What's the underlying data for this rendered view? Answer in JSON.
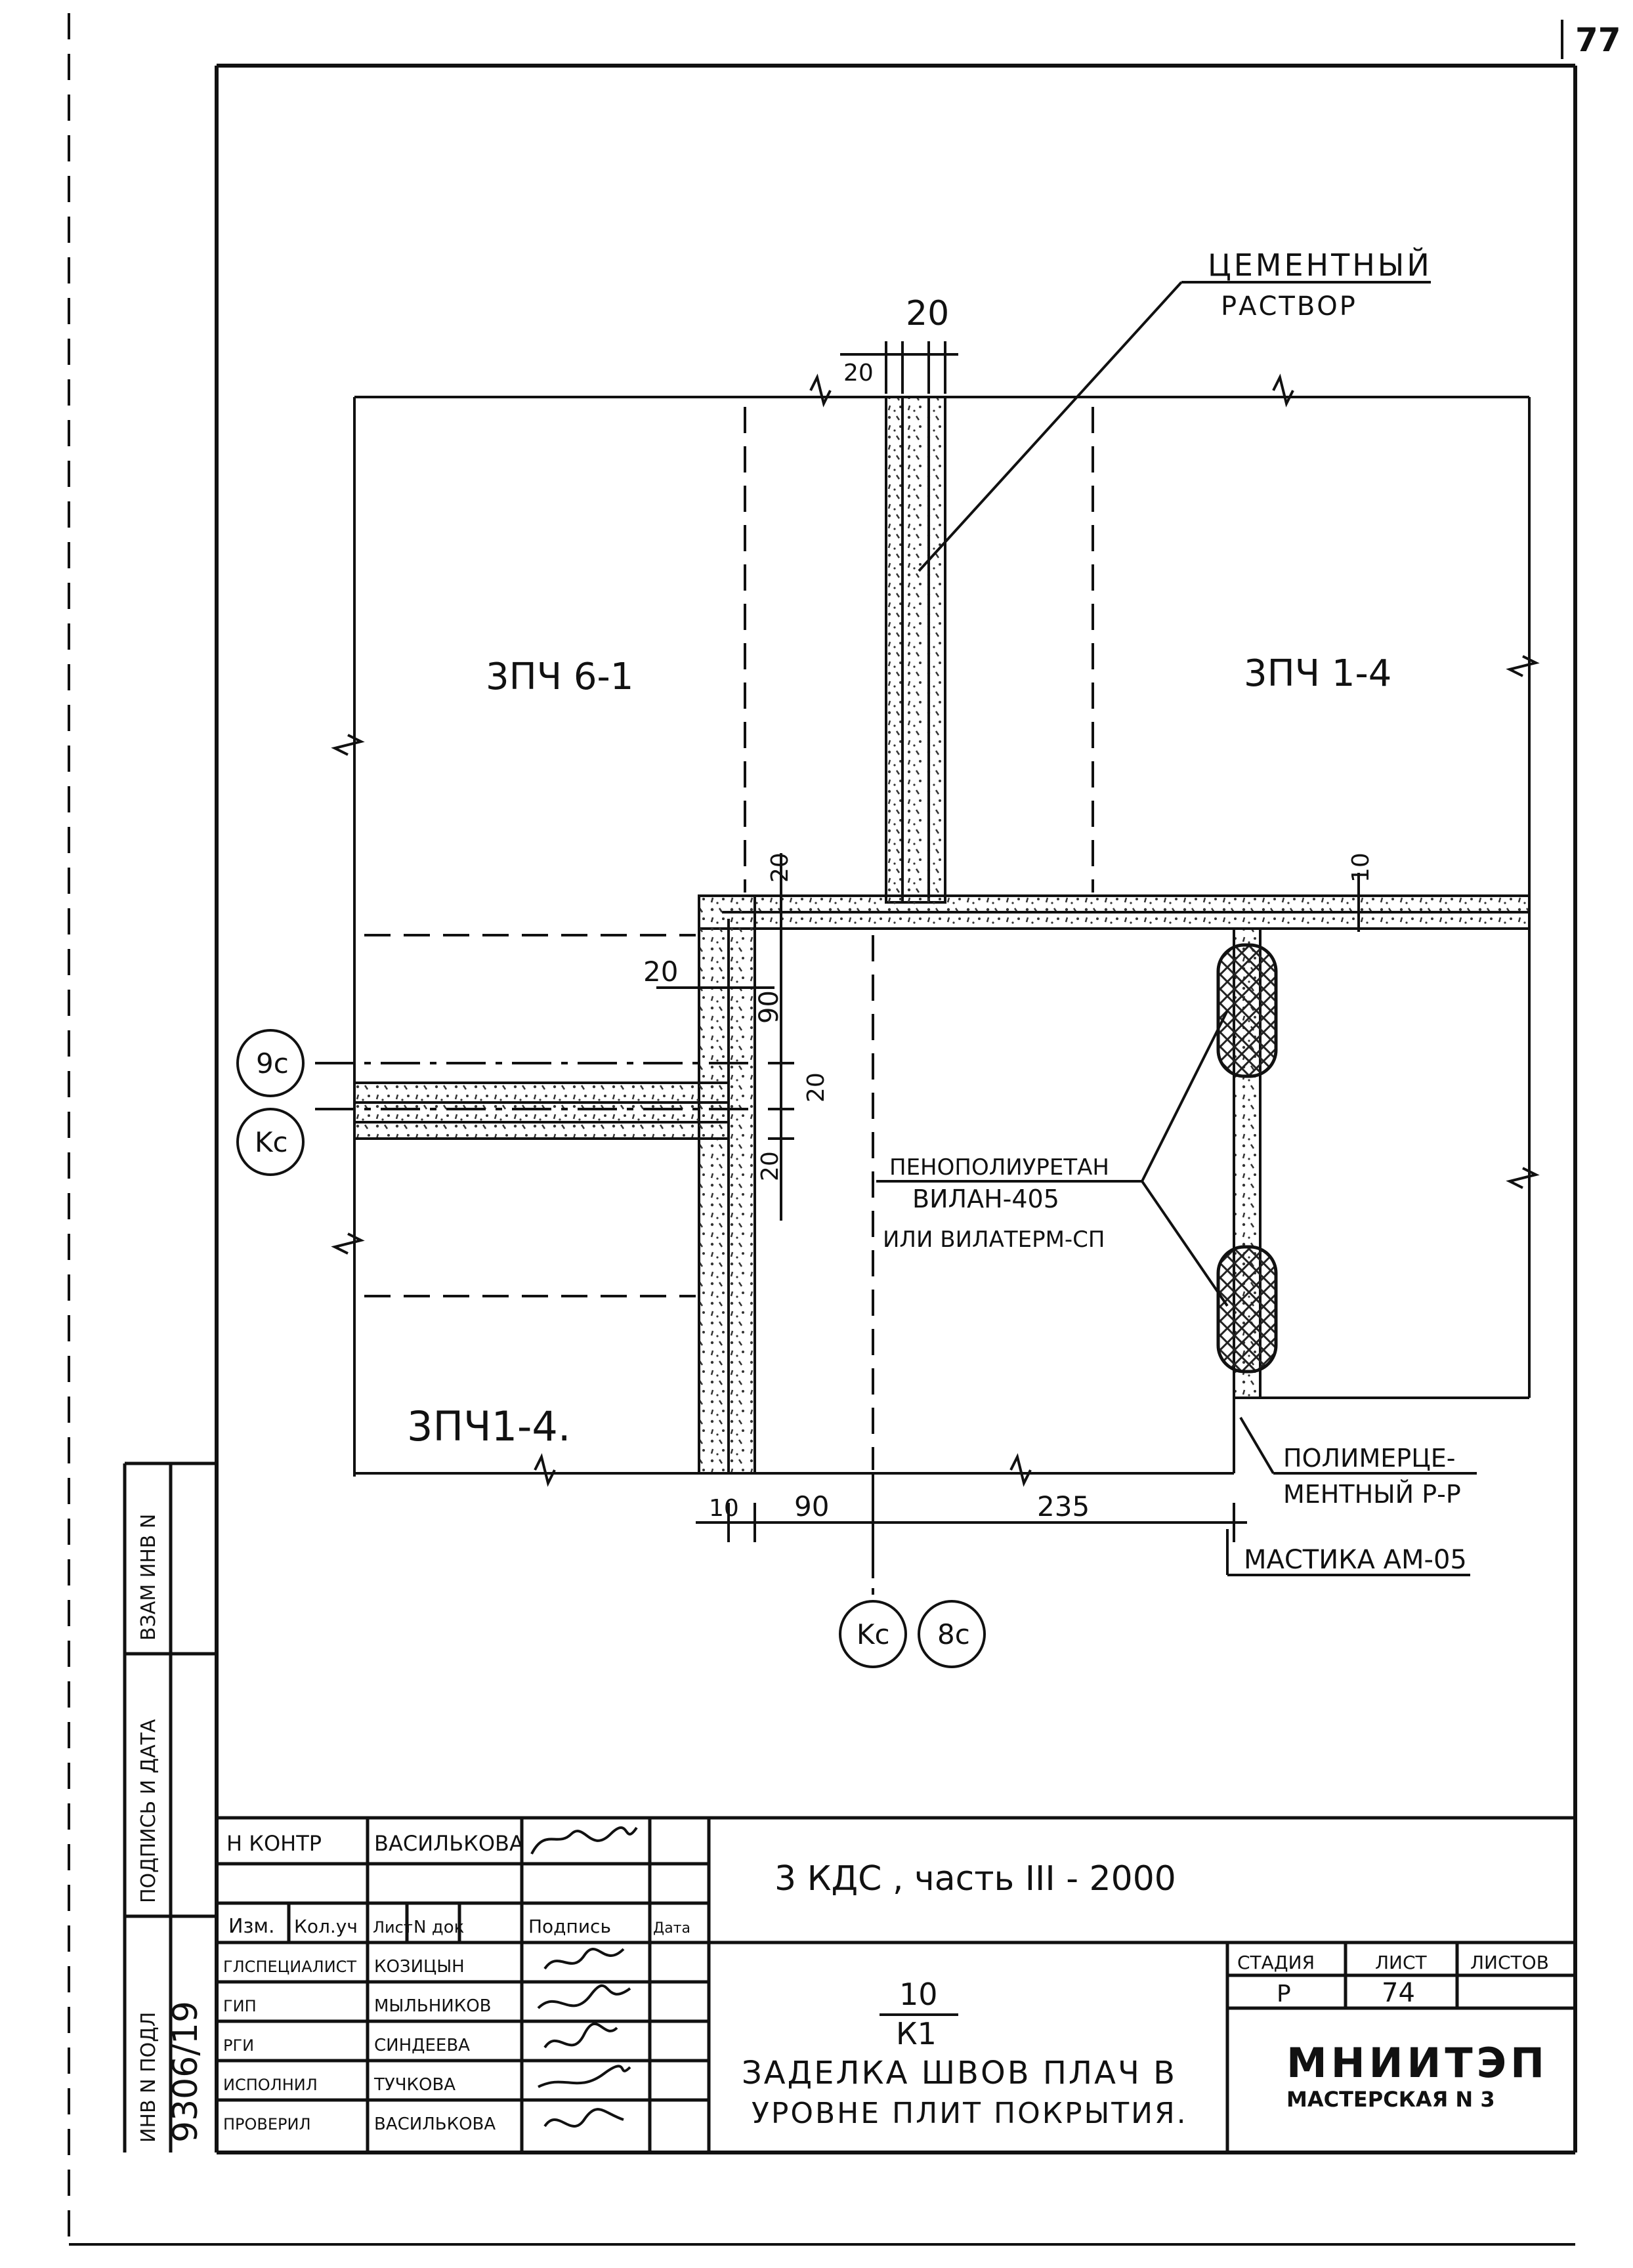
{
  "page_number": "77",
  "colors": {
    "ink": "#111111",
    "paper": "#ffffff",
    "hatch": "#222222"
  },
  "labels": {
    "panel_top_left": "3ПЧ 6-1",
    "panel_top_right": "3ПЧ 1-4",
    "panel_bottom_left": "3ПЧ1-4.",
    "cement_1": "ЦЕМЕНТНЫЙ",
    "cement_2": "РАСТВОР",
    "foam_1": "ПЕНОПОЛИУРЕТАН",
    "foam_2": "ВИЛАН-405",
    "foam_3": "ИЛИ ВИЛАТЕРМ-СП",
    "polymer_1": "ПОЛИМЕРЦЕ-",
    "polymer_2": "МЕНТНЫЙ Р-Р",
    "mastic": "МАСТИКА АМ-05"
  },
  "dimensions": {
    "top_total": "20",
    "top_small": "20",
    "v20_a": "20",
    "h20": "20",
    "v90": "90",
    "v20_b": "20",
    "v20_c": "20",
    "v10_right": "10",
    "b10": "10",
    "b90": "90",
    "b235": "235"
  },
  "axes": {
    "axis_9c": "9c",
    "axis_kc_left": "Kc",
    "axis_kc_bottom": "Kc",
    "axis_8c": "8c"
  },
  "side_stamp": {
    "vzam": "ВЗАМ ИНВ N",
    "podpis": "ПОДПИСЬ И ДАТА",
    "inv": "ИНВ N ПОДЛ",
    "inv_number": "9306/19"
  },
  "title_block": {
    "project": "3 КДС , часть III - 2000",
    "n_kontr_role": "Н КОНТР",
    "n_kontr_name": "ВАСИЛЬКОВА",
    "col_izm": "Изм.",
    "col_kol": "Кол.уч",
    "col_list": "Лист",
    "col_ndok": "N док",
    "col_podpis": "Подпись",
    "col_data": "Дата",
    "roles": [
      "ГЛСПЕЦИАЛИСТ",
      "ГИП",
      "РГИ",
      "ИСПОЛНИЛ",
      "ПРОВЕРИЛ"
    ],
    "names": [
      "КОЗИЦЫН",
      "МЫЛЬНИКОВ",
      "СИНДЕЕВА",
      "ТУЧКОВА",
      "ВАСИЛЬКОВА"
    ],
    "drawing_num": "10",
    "drawing_ref": "К1",
    "drawing_title_1": "ЗАДЕЛКА ШВОВ ПЛАЧ В",
    "drawing_title_2": "УРОВНЕ ПЛИТ ПОКРЫТИЯ.",
    "stage_label": "СТАДИЯ",
    "sheet_label": "ЛИСТ",
    "sheets_label": "ЛИСТОВ",
    "stage": "Р",
    "sheet": "74",
    "sheets": "",
    "org": "МНИИТЭП",
    "org_sub": "МАСТЕРСКАЯ N 3"
  }
}
